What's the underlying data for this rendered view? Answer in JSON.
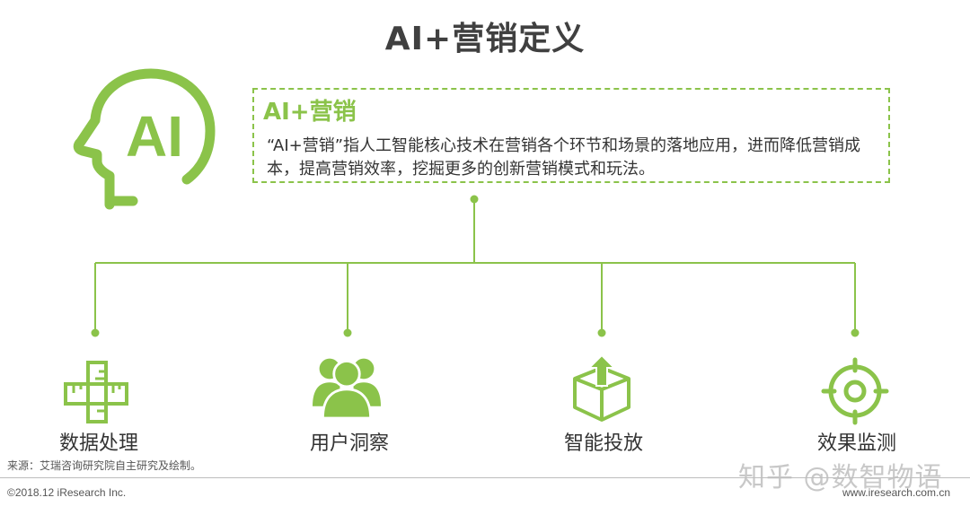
{
  "title": "AI+营销定义",
  "head_icon": {
    "icon": "ai-head-icon",
    "text": "AI"
  },
  "definition": {
    "title": "AI+营销",
    "text": "“AI+营销”指人工智能核心技术在营销各个环节和场景的落地应用，进而降低营销成本，提高营销效率，挖掘更多的创新营销模式和玩法。"
  },
  "items": [
    {
      "icon": "ruler-icon",
      "label": "数据处理"
    },
    {
      "icon": "users-icon",
      "label": "用户洞察"
    },
    {
      "icon": "box-upload-icon",
      "label": "智能投放"
    },
    {
      "icon": "target-icon",
      "label": "效果监测"
    }
  ],
  "source": "来源：艾瑞咨询研究院自主研究及绘制。",
  "copyright": "©2018.12 iResearch Inc.",
  "website": "www.iresearch.com.cn",
  "watermark": "知乎 @数智物语",
  "colors": {
    "accent": "#8bc34a",
    "title": "#404040",
    "text": "#333333"
  }
}
